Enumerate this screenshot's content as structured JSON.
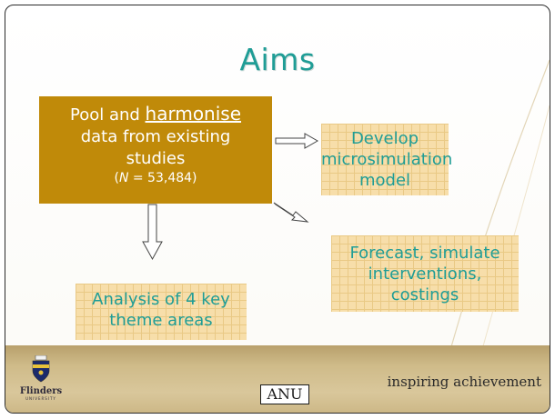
{
  "slide": {
    "title": "Aims",
    "main_box": {
      "line1_prefix": "Pool and ",
      "line1_emphasis": "harmonise",
      "line2": "data from existing",
      "line3": "studies",
      "sample_var": "N",
      "sample_rest": " = 53,484",
      "sample_open": "(",
      "sample_close": ")"
    },
    "develop_box": [
      "Develop",
      "microsimulation",
      "model"
    ],
    "forecast_box": [
      "Forecast, simulate",
      "interventions,",
      "costings"
    ],
    "analysis_box": [
      "Analysis of 4 key",
      "theme areas"
    ]
  },
  "footer": {
    "left_logo_text": "Flinders",
    "left_logo_subtext": "UNIVERSITY",
    "center_logo_text": "ANU",
    "tagline": "inspiring achievement"
  },
  "colors": {
    "accent_teal": "#1f9d96",
    "main_box_gold": "#c08a09",
    "grid_box_fill": "#f7deaa",
    "footer_tan": "#cfbb89"
  },
  "icons": [
    "university-crest-icon",
    "arrow-right-icon",
    "arrow-down-right-icon",
    "arrow-down-icon"
  ]
}
